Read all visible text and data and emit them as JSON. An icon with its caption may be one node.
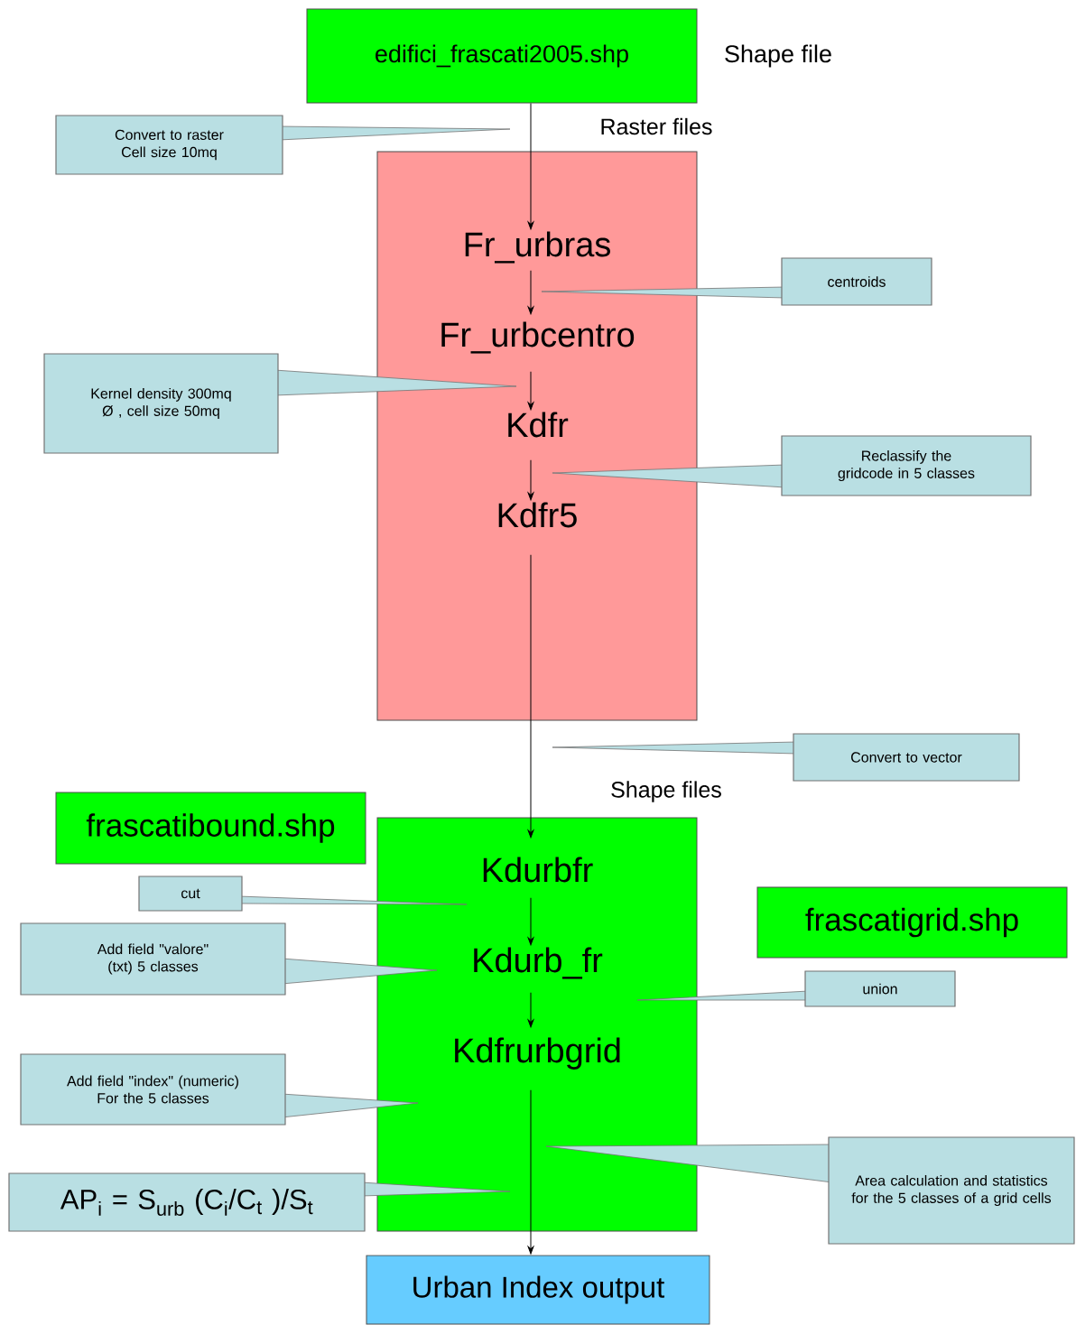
{
  "diagram": {
    "nodes": [
      {
        "text": [
          "edifici_frascati2005.shp"
        ],
        "beside": [
          "Shape file"
        ]
      },
      {
        "text": [
          "Raster files"
        ]
      },
      {
        "text": [
          "Fr_urbras"
        ],
        "in": 1
      },
      {
        "text": [
          "Fr_urbcentro"
        ],
        "in": 1
      },
      {
        "text": [
          "Kdfr"
        ],
        "in": 1
      },
      {
        "text": [
          "Kdfr5"
        ],
        "in": 1
      },
      {
        "text": [
          "Shape files"
        ]
      },
      {
        "text": [
          "Kdurbfr"
        ],
        "in": 6
      },
      {
        "text": [
          "Kdurb_fr"
        ],
        "in": 6
      },
      {
        "text": [
          "Kdfrurbgrid"
        ],
        "in": 6
      },
      {
        "text": [
          "Urban Index output"
        ]
      },
      {
        "text": [
          "Convert to raster Cell size 10mq"
        ]
      },
      {
        "text": [
          "centroids"
        ]
      },
      {
        "text": [
          "Kernel density 300mq Ø , cell size 50mq"
        ]
      },
      {
        "text": [
          "Reclassify the gridcode in 5 classes"
        ]
      },
      {
        "text": [
          "Convert to vector"
        ]
      },
      {
        "text": [
          "frascatibound.shp"
        ]
      },
      {
        "text": [
          "cut"
        ]
      },
      {
        "text": [
          "Add field \"valore\" (txt) 5 classes"
        ]
      },
      {
        "text": [
          "frascatigrid.shp"
        ]
      },
      {
        "text": [
          "union"
        ]
      },
      {
        "text": [
          "Add field \"index\" (numeric) For the 5 classes"
        ]
      },
      {
        "text": [
          "Area calculation and statistics for the 5 classes of a grid cells"
        ]
      },
      {
        "text": [
          "AP$_{i}$ = S$_{urb}$ (C$_{i}$/C$_{t}$ )/S$_{t}$"
        ]
      }
    ],
    "edges": [
      {
        "from": 0,
        "to": 2,
        "arrow": "to"
      },
      {
        "from": 2,
        "to": 3,
        "arrow": "to"
      },
      {
        "from": 3,
        "to": 4,
        "arrow": "to"
      },
      {
        "from": 4,
        "to": 5,
        "arrow": "to"
      },
      {
        "from": 5,
        "to": 7,
        "arrow": "to"
      },
      {
        "from": 7,
        "to": 8,
        "arrow": "to"
      },
      {
        "from": 8,
        "to": 9,
        "arrow": "to"
      },
      {
        "from": 9,
        "to": 10,
        "arrow": "to"
      }
    ]
  }
}
